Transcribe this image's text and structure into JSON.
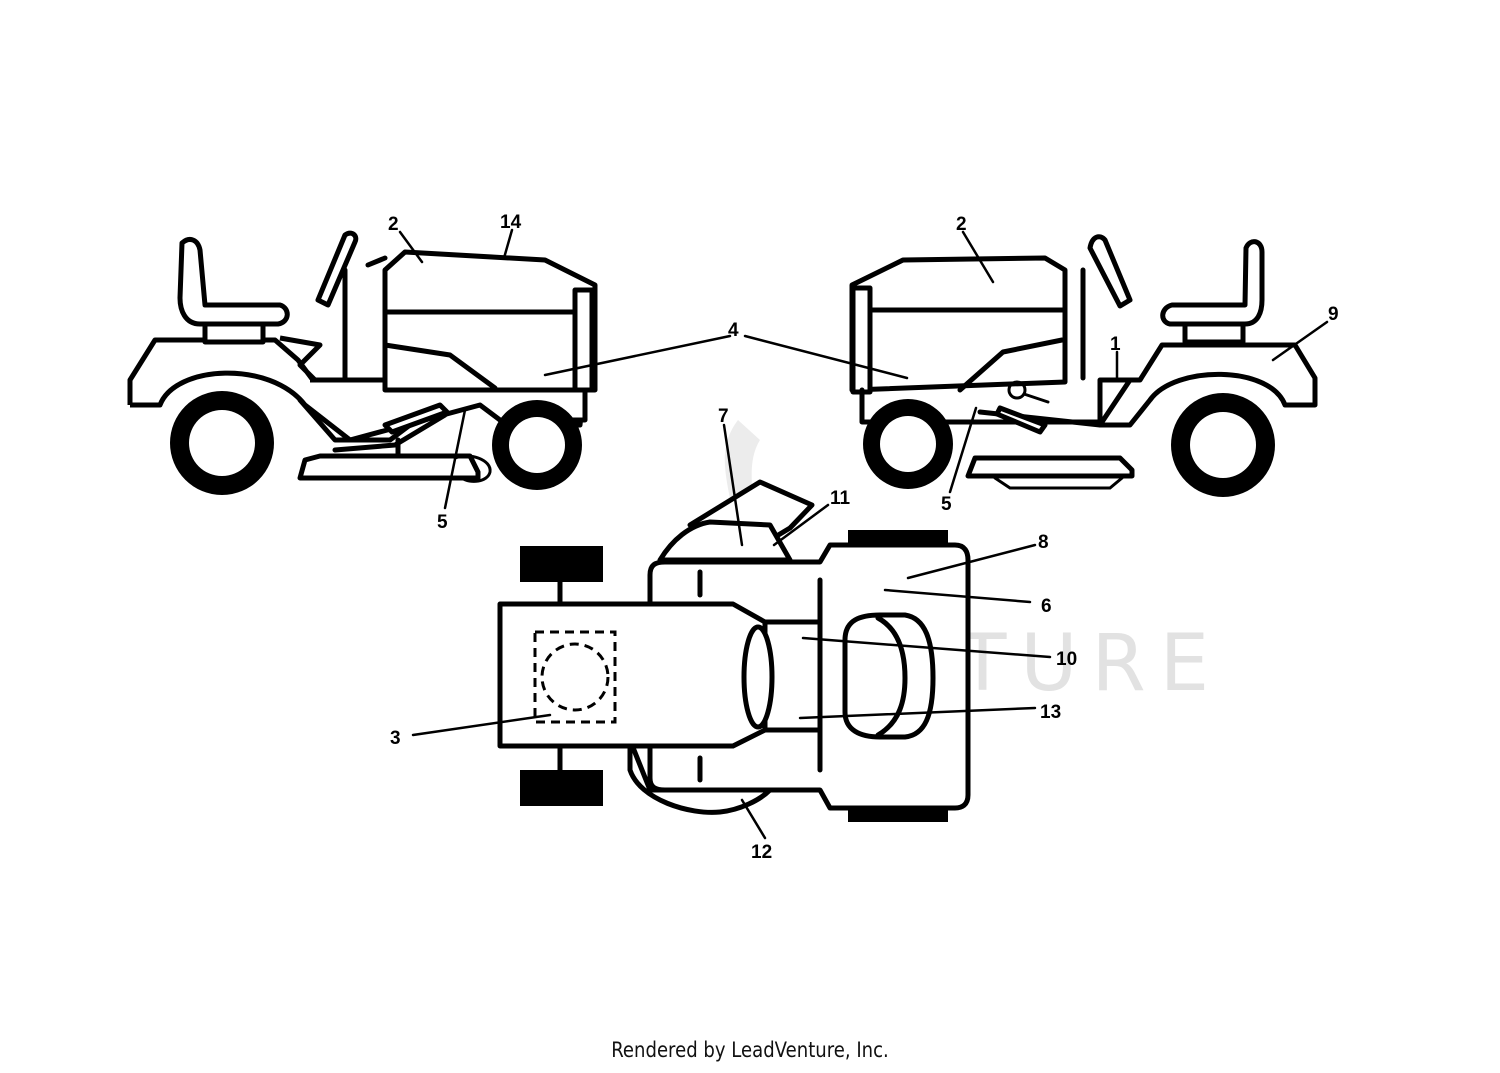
{
  "watermark": "LEADVENTURE",
  "footer": "Rendered by LeadVenture, Inc.",
  "callouts": {
    "c1": "1",
    "c2a": "2",
    "c2b": "2",
    "c3": "3",
    "c4": "4",
    "c5a": "5",
    "c5b": "5",
    "c6": "6",
    "c7": "7",
    "c8": "8",
    "c9": "9",
    "c10": "10",
    "c11": "11",
    "c12": "12",
    "c13": "13",
    "c14": "14"
  }
}
